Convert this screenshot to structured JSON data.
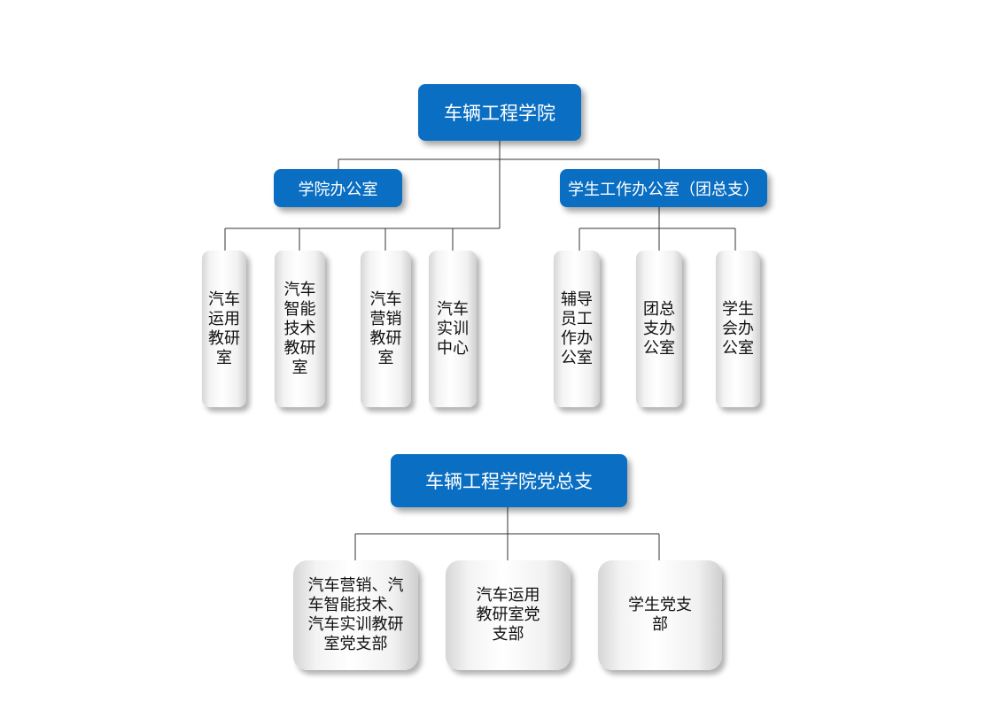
{
  "college": {
    "title": "车辆工程学院"
  },
  "offices": {
    "admin": "学院办公室",
    "student_affairs": "学生工作办公室（团总支）"
  },
  "teaching_units": [
    "汽车运用教研室",
    "汽车智能技术教研室",
    "汽车营销教研室",
    "汽车实训中心"
  ],
  "student_units": [
    "辅导员工作办公室",
    "团总支办公室",
    "学生会办公室"
  ],
  "party": {
    "title": "车辆工程学院党总支"
  },
  "branches": [
    "汽车营销、汽车智能技术、汽车实训教研室党支部",
    "汽车运用教研室党支部",
    "学生党支部"
  ],
  "colors": {
    "node_blue": "#0a6ec2",
    "line": "#333333"
  }
}
